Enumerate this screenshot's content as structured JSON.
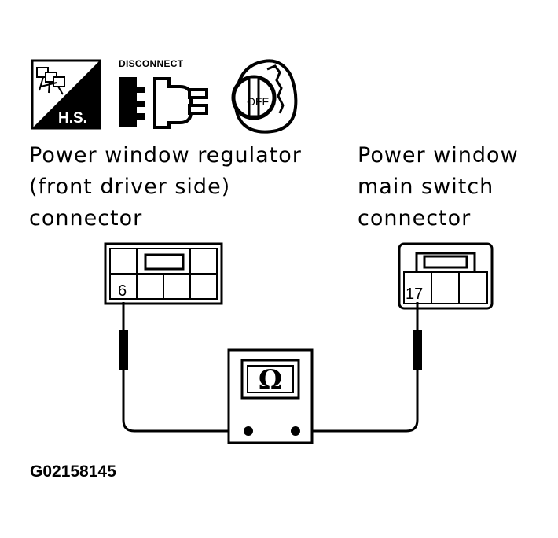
{
  "icons": {
    "harness_label": "H.S.",
    "disconnect_label": "DISCONNECT",
    "ignition_label": "OFF"
  },
  "left_connector": {
    "label_lines": [
      "Power window regulator",
      "(front driver side)",
      "connector"
    ],
    "terminal": "6"
  },
  "right_connector": {
    "label_lines": [
      "Power window",
      "main switch",
      "connector"
    ],
    "terminal": "17"
  },
  "meter": {
    "symbol": "Ω"
  },
  "figure_code": "G02158145"
}
